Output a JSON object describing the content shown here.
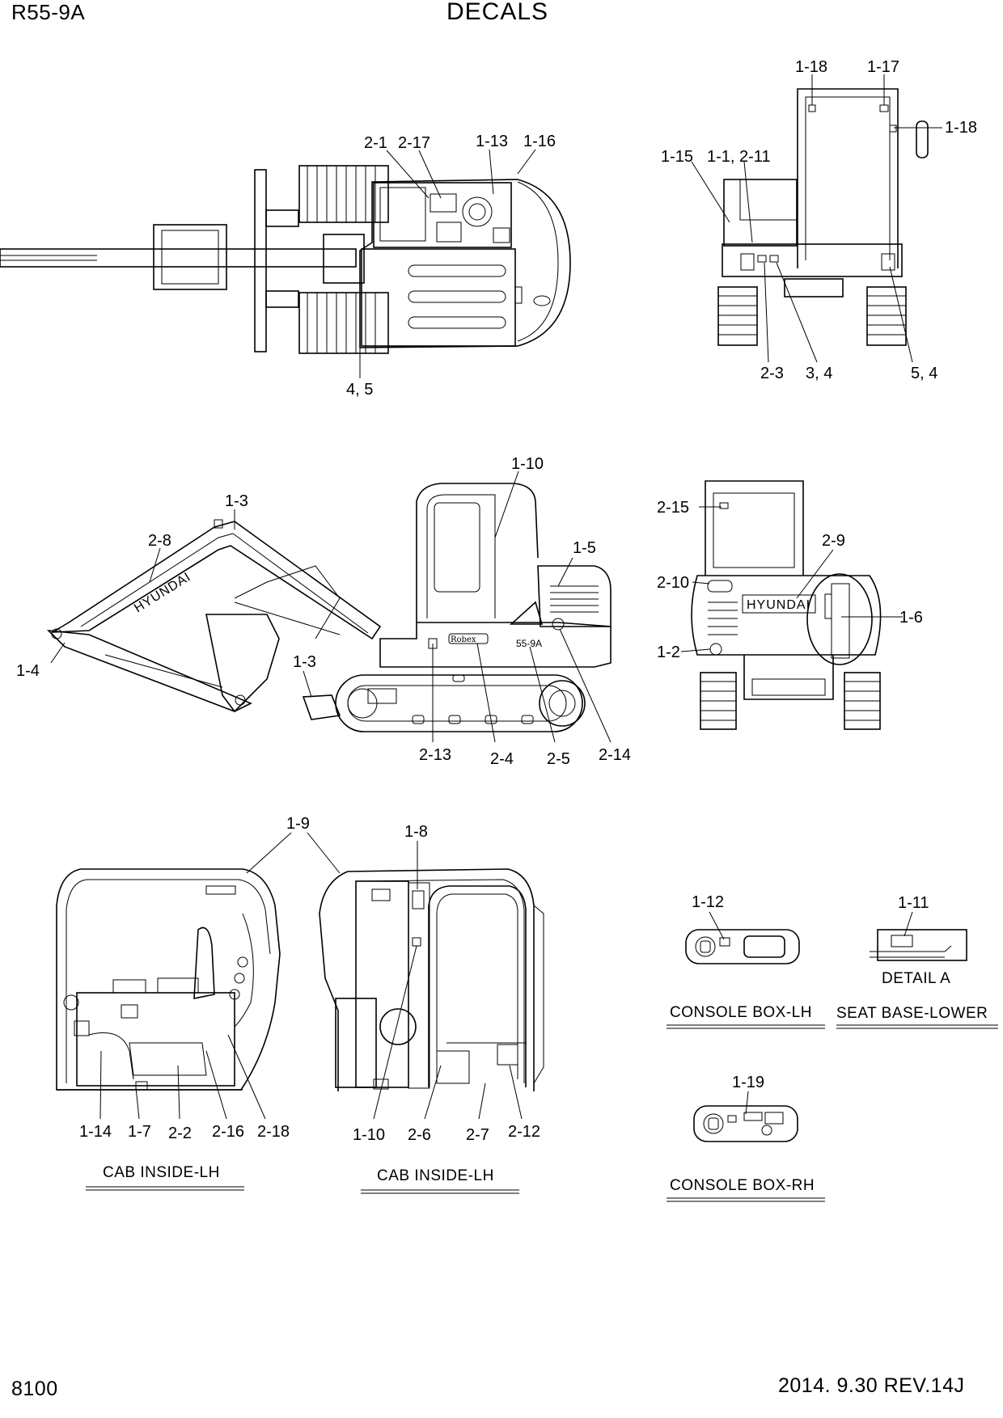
{
  "header": {
    "model": "R55-9A",
    "title": "DECALS"
  },
  "footer": {
    "page_number": "8100",
    "revision": "2014. 9.30  REV.14J"
  },
  "views": {
    "top": {
      "callouts": [
        "2-1",
        "2-17",
        "1-13",
        "1-16",
        "4, 5"
      ]
    },
    "rear_cab": {
      "callouts": [
        "1-18",
        "1-17",
        "1-18",
        "1-15",
        "1-1, 2-11",
        "2-3",
        "3, 4",
        "5, 4"
      ]
    },
    "side": {
      "callouts": [
        "1-10",
        "1-3",
        "2-8",
        "1-5",
        "1-4",
        "1-3",
        "2-13",
        "2-4",
        "2-5",
        "2-14"
      ],
      "boom_text": "HYUNDAI",
      "badge_text": "Robex",
      "model_badge": "55-9A"
    },
    "rear": {
      "callouts": [
        "2-15",
        "2-9",
        "2-10",
        "1-6",
        "1-2"
      ],
      "counterweight_text": "HYUNDAI"
    },
    "cab_left": {
      "callouts": [
        "1-9",
        "1-14",
        "1-7",
        "2-2",
        "2-16",
        "2-18"
      ],
      "caption": "CAB INSIDE-LH"
    },
    "cab_right": {
      "callouts": [
        "1-8",
        "1-10",
        "2-6",
        "2-7",
        "2-12"
      ],
      "caption": "CAB INSIDE-LH"
    },
    "console_lh": {
      "callouts": [
        "1-12"
      ],
      "caption": "CONSOLE BOX-LH"
    },
    "seat_base": {
      "callouts": [
        "1-11"
      ],
      "detail_label": "DETAIL A",
      "caption": "SEAT BASE-LOWER"
    },
    "console_rh": {
      "callouts": [
        "1-19"
      ],
      "caption": "CONSOLE BOX-RH"
    }
  }
}
